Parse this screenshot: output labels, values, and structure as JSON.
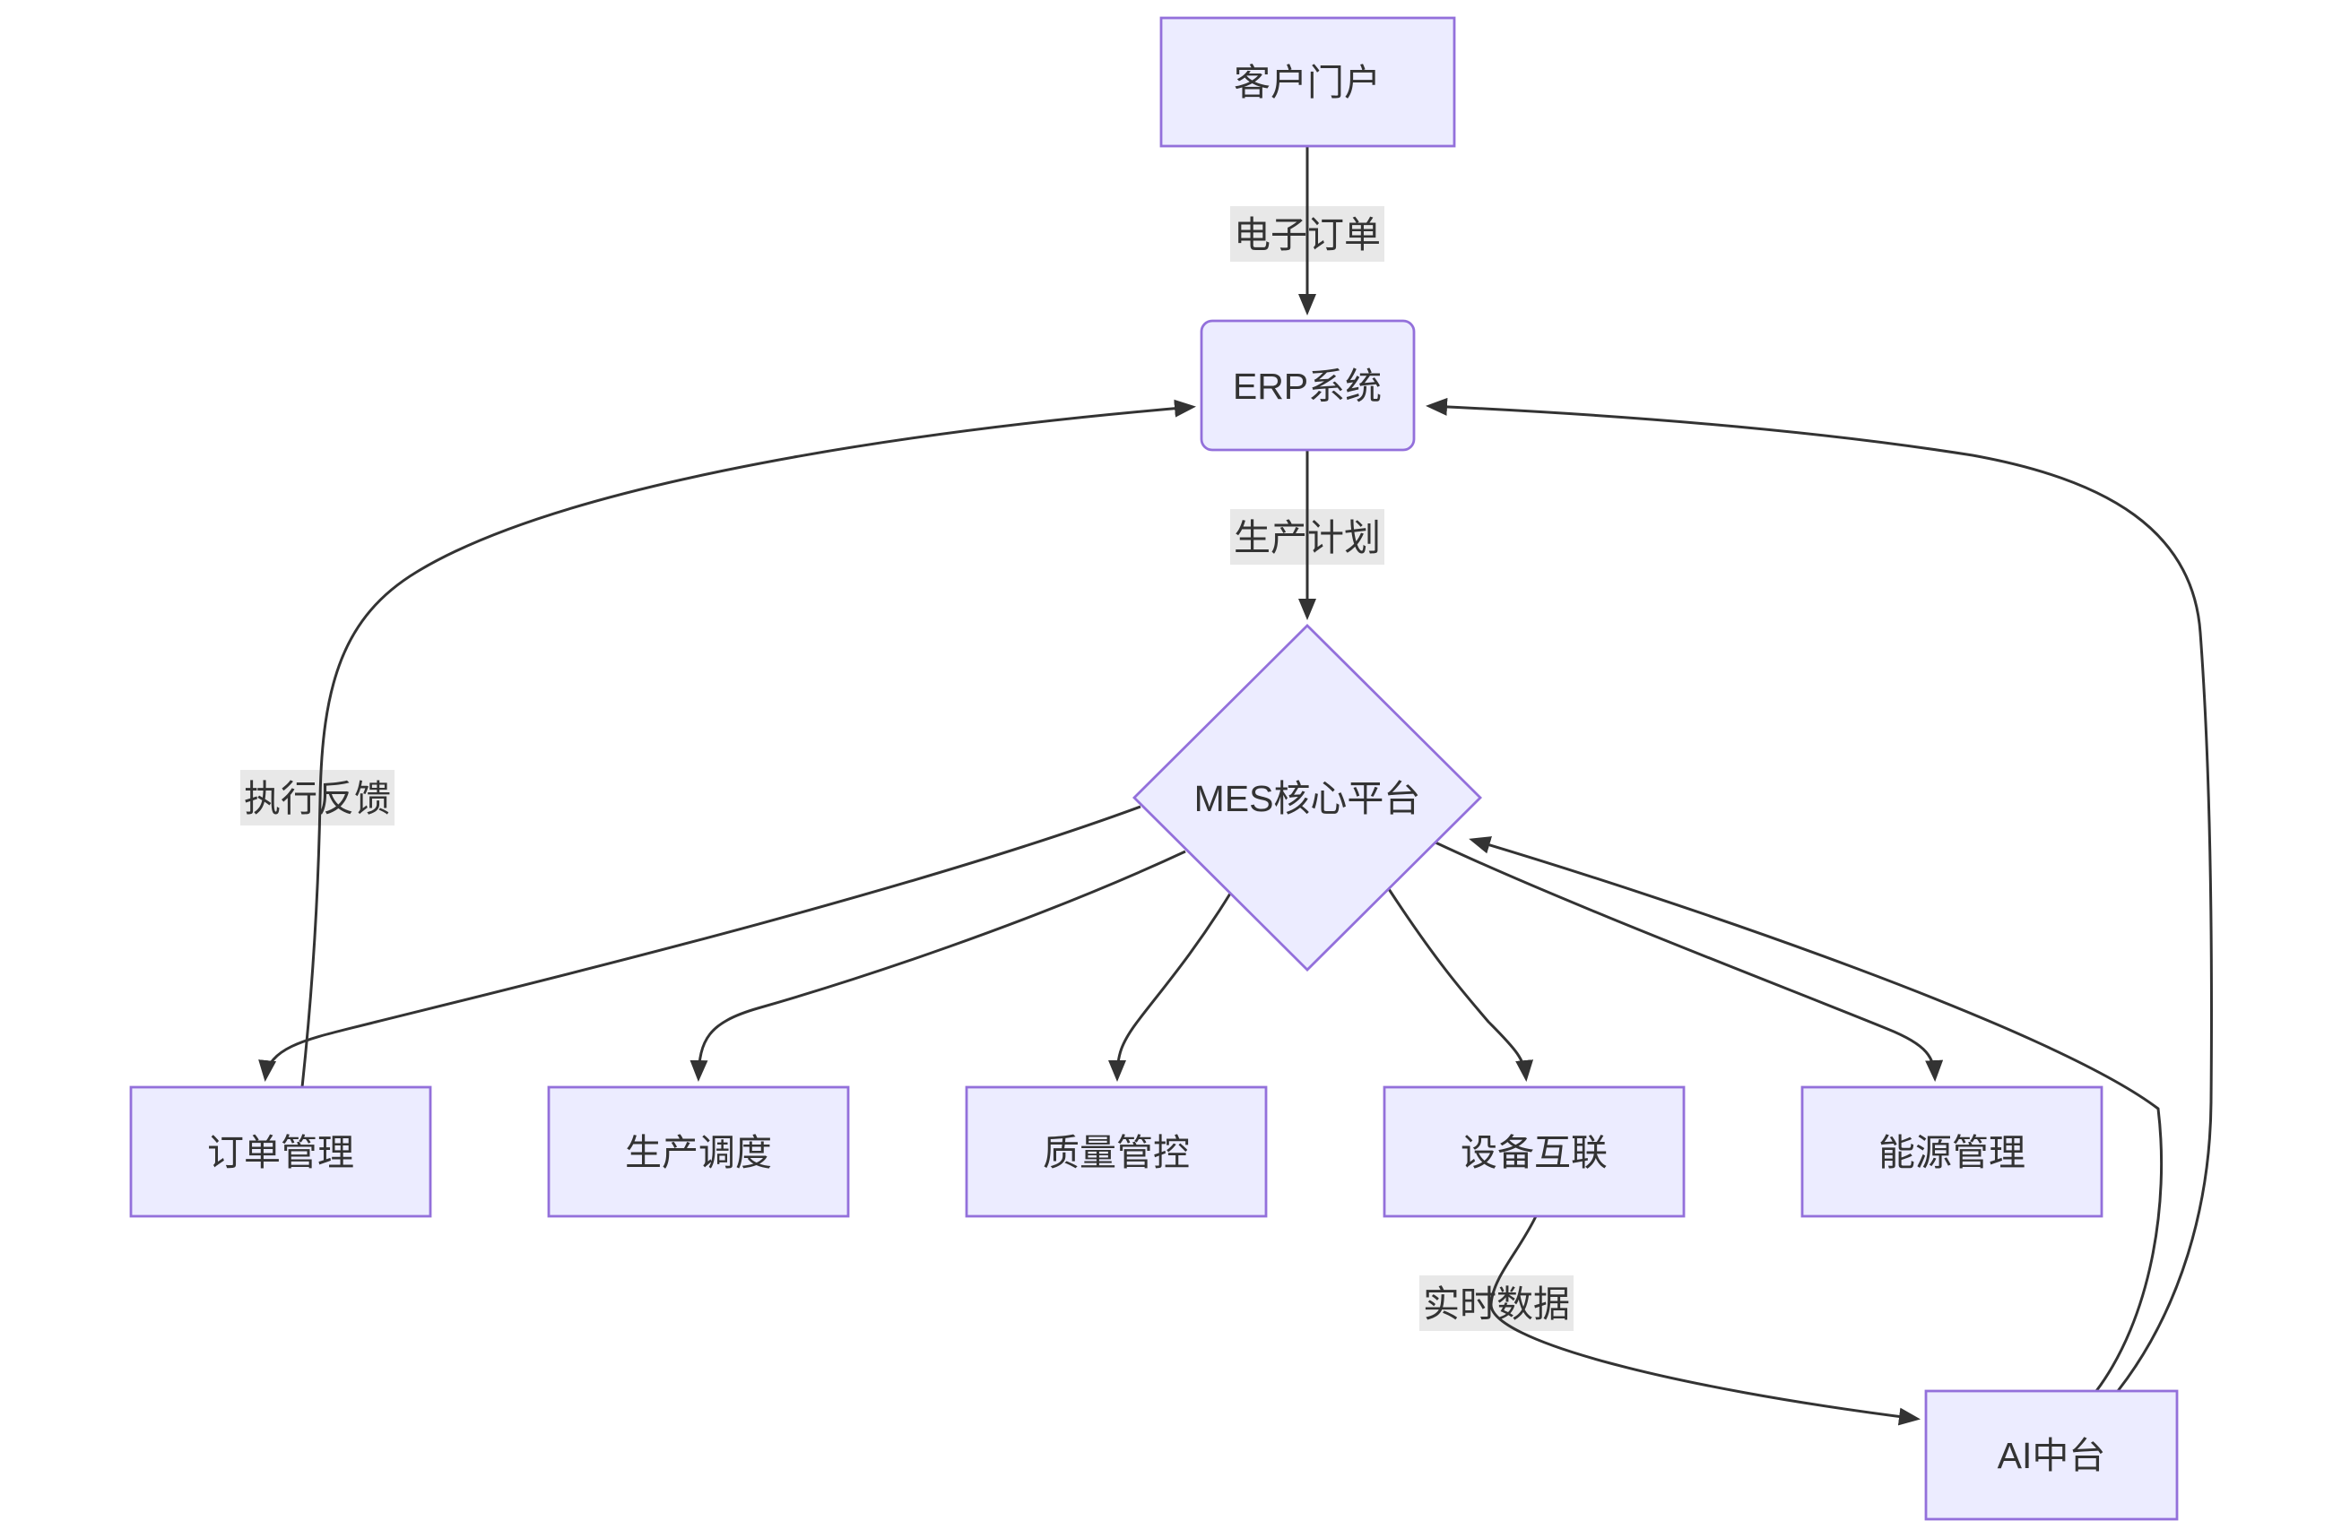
{
  "diagram": {
    "type": "flowchart",
    "direction": "top-down",
    "colors": {
      "canvas_bg": "#ffffff",
      "node_fill": "#ECECFF",
      "node_border": "#9370DB",
      "edge_line": "#333333",
      "edge_label_bg": "#e8e8e8",
      "text": "#333333"
    },
    "nodes": {
      "customer_portal": {
        "label": "客户门户",
        "shape": "rect"
      },
      "erp": {
        "label": "ERP系统",
        "shape": "rounded-rect"
      },
      "mes": {
        "label": "MES核心平台",
        "shape": "diamond"
      },
      "order_mgmt": {
        "label": "订单管理",
        "shape": "rect"
      },
      "scheduling": {
        "label": "生产调度",
        "shape": "rect"
      },
      "quality": {
        "label": "质量管控",
        "shape": "rect"
      },
      "equipment": {
        "label": "设备互联",
        "shape": "rect"
      },
      "energy": {
        "label": "能源管理",
        "shape": "rect"
      },
      "ai_platform": {
        "label": "AI中台",
        "shape": "rect"
      }
    },
    "edge_labels": {
      "electronic_order": "电子订单",
      "production_plan": "生产计划",
      "execution_feedback": "执行反馈",
      "realtime_data": "实时数据"
    },
    "edges": [
      {
        "from": "客户门户",
        "to": "ERP系统",
        "label": "电子订单"
      },
      {
        "from": "ERP系统",
        "to": "MES核心平台",
        "label": "生产计划"
      },
      {
        "from": "MES核心平台",
        "to": "订单管理",
        "label": ""
      },
      {
        "from": "MES核心平台",
        "to": "生产调度",
        "label": ""
      },
      {
        "from": "MES核心平台",
        "to": "质量管控",
        "label": ""
      },
      {
        "from": "MES核心平台",
        "to": "设备互联",
        "label": ""
      },
      {
        "from": "MES核心平台",
        "to": "能源管理",
        "label": ""
      },
      {
        "from": "订单管理",
        "to": "ERP系统",
        "label": "执行反馈"
      },
      {
        "from": "设备互联",
        "to": "AI中台",
        "label": "实时数据"
      },
      {
        "from": "AI中台",
        "to": "MES核心平台",
        "label": ""
      },
      {
        "from": "AI中台",
        "to": "ERP系统",
        "label": ""
      }
    ]
  }
}
